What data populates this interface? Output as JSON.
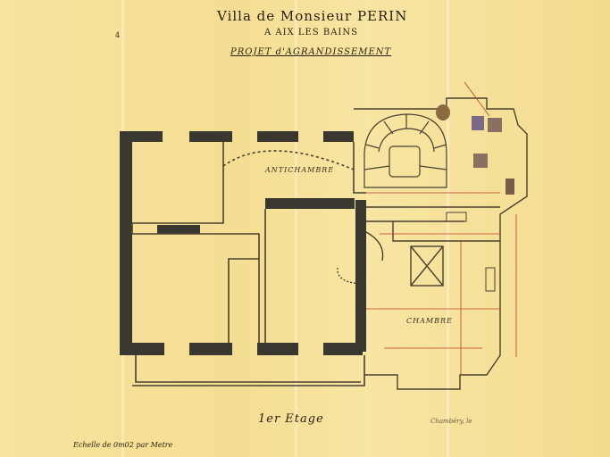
{
  "title": "Villa de Monsieur PERIN",
  "subtitle": "A AIX LES BAINS",
  "project": "PROJET d'AGRANDISSEMENT",
  "floor_label": "1er Etage",
  "scale_note": "Echelle de 0m02 par Metre",
  "signature": "Chambéry, le",
  "sheet_number": "4",
  "rooms": {
    "antechamber": "ANTICHAMBRE",
    "bedroom": "CHAMBRE"
  },
  "colors": {
    "paper": "#f6e39a",
    "wall": "#3a3630",
    "line": "#4a4030",
    "dimension": "#c0392b",
    "furniture": "#7a6a88"
  }
}
